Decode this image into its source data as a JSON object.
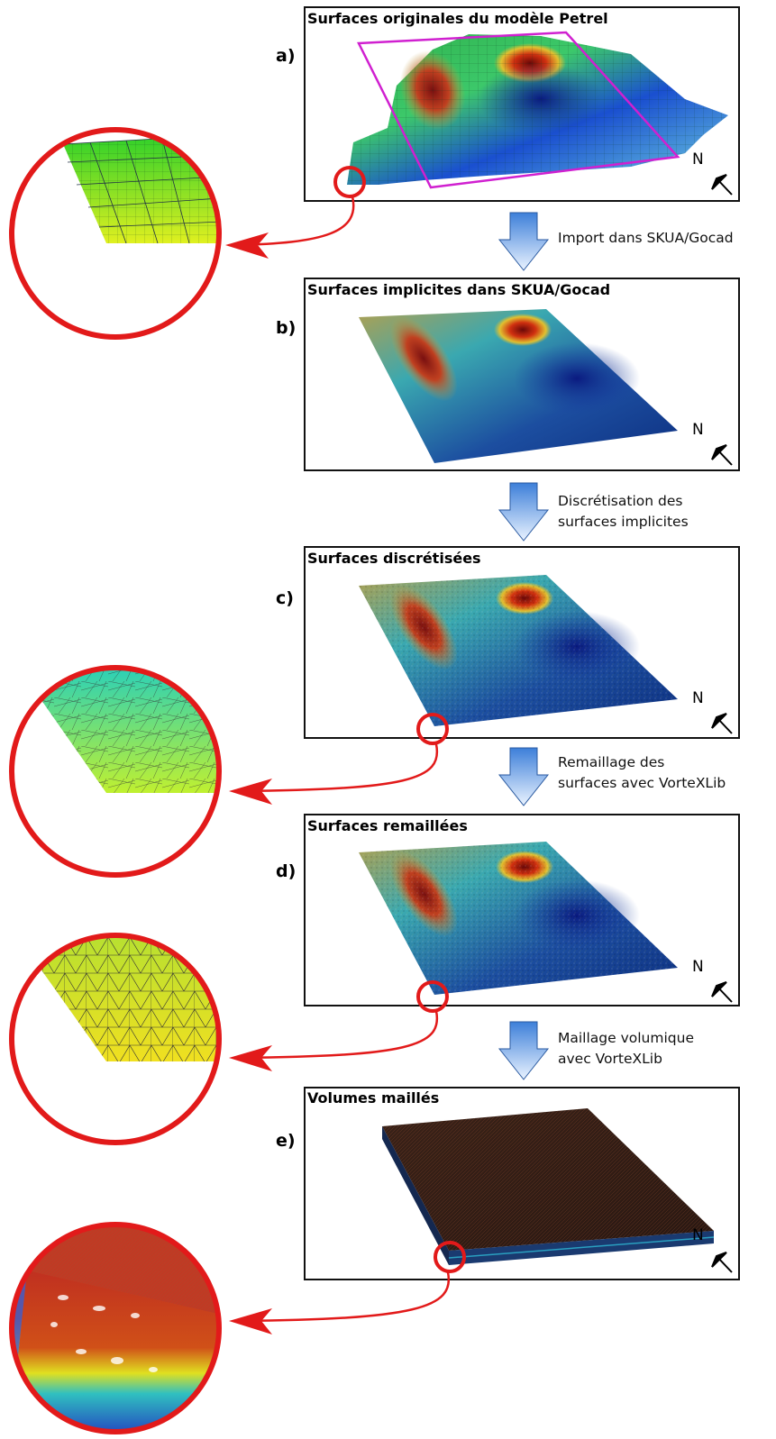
{
  "panels": [
    {
      "label": "a)",
      "title": "Surfaces originales du modèle Petrel"
    },
    {
      "label": "b)",
      "title": "Surfaces implicites dans SKUA/Gocad"
    },
    {
      "label": "c)",
      "title": "Surfaces discrétisées"
    },
    {
      "label": "d)",
      "title": "Surfaces remaillées"
    },
    {
      "label": "e)",
      "title": "Volumes maillés"
    }
  ],
  "steps": [
    {
      "lines": [
        "Import dans SKUA/Gocad"
      ]
    },
    {
      "lines": [
        "Discrétisation des",
        "surfaces implicites"
      ]
    },
    {
      "lines": [
        "Remaillage des",
        "surfaces avec VorteXLib"
      ]
    },
    {
      "lines": [
        "Maillage volumique",
        "avec VorteXLib"
      ]
    }
  ],
  "north_label": "N",
  "colors": {
    "frame": "#111111",
    "zoom_circle": "#e21a1a",
    "arrow_fill_top": "#3d7fd9",
    "arrow_fill_bottom": "#eaf3ff",
    "outline_box": "#d020d0"
  }
}
